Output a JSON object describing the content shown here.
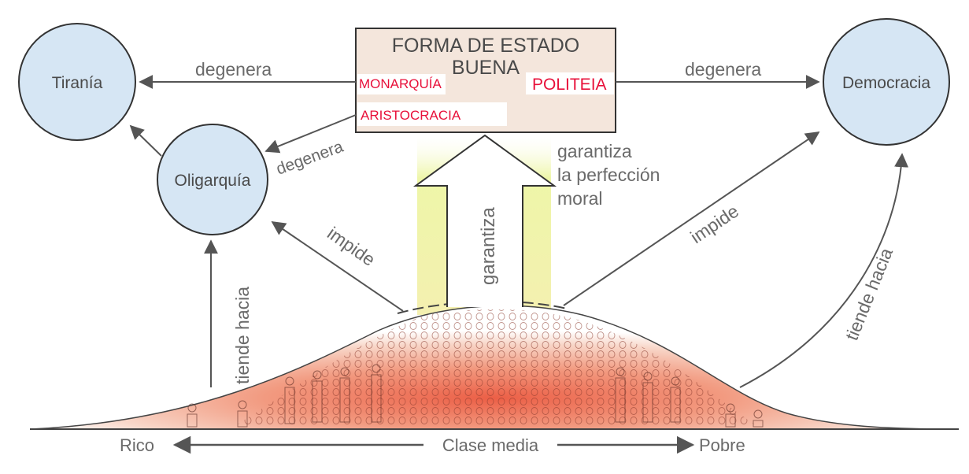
{
  "box": {
    "title_line1": "FORMA DE ESTADO",
    "title_line2": "BUENA",
    "monarquia": "MONARQUÍA",
    "politeia": "POLITEIA",
    "aristocracia": "ARISTOCRACIA"
  },
  "nodes": {
    "tirania": "Tiranía",
    "oligarquia": "Oligarquía",
    "democracia": "Democracia"
  },
  "edges": {
    "degenera_left": "degenera",
    "degenera_right": "degenera",
    "degenera_oligarquia": "degenera",
    "impide_left": "impide",
    "impide_right": "impide",
    "tiende_left": "tiende hacia",
    "tiende_right": "tiende hacia",
    "garantiza": "garantiza",
    "garantiza_line1": "garantiza",
    "garantiza_line2": "la perfección",
    "garantiza_line3": "moral"
  },
  "axis": {
    "rico": "Rico",
    "clase_media": "Clase media",
    "pobre": "Pobre"
  },
  "colors": {
    "circle_fill": "#d6e6f4",
    "box_fill": "#f4e6dc",
    "crowd_center": "#ec5f46",
    "glow": "#eef6a8",
    "text_red": "#e8103a",
    "line": "#555555"
  }
}
